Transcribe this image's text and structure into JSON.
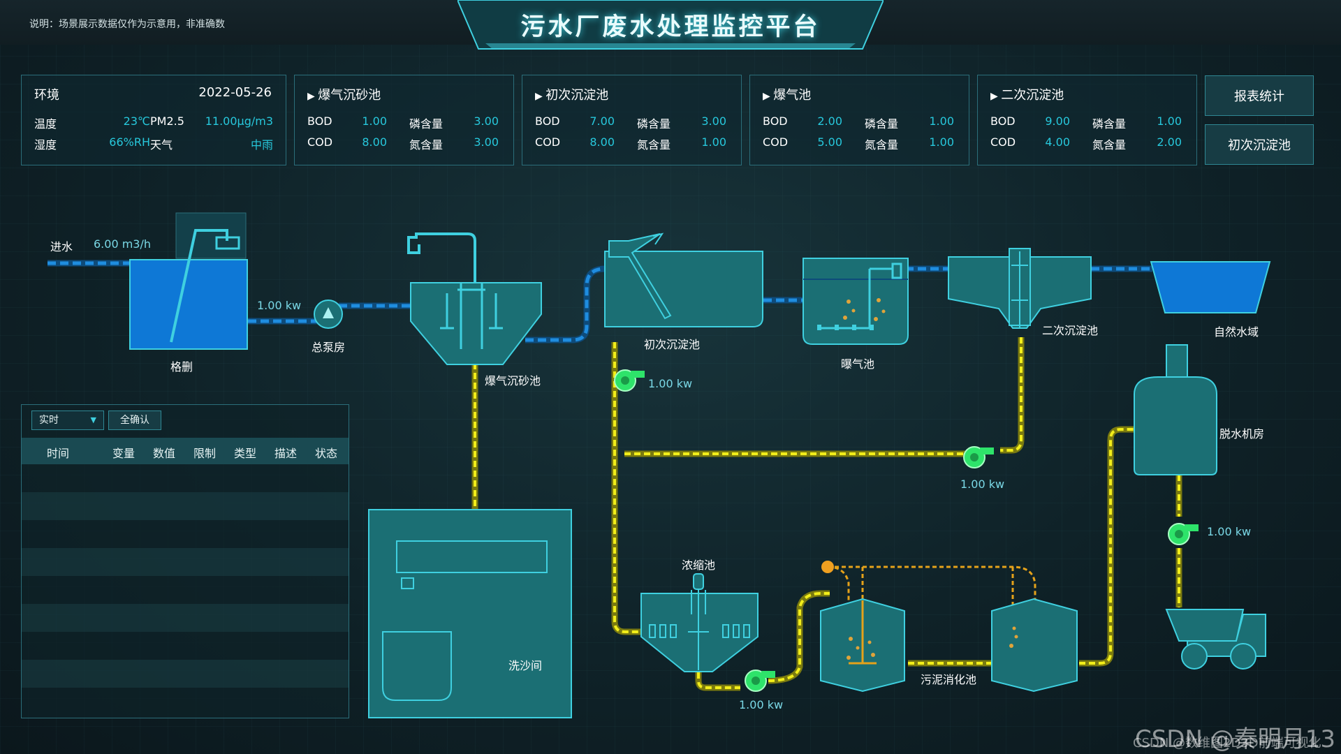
{
  "header": {
    "note": "说明：场景展示数据仅作为示意用，非准确数",
    "title": "污水厂废水处理监控平台"
  },
  "env": {
    "title": "环境",
    "date": "2022-05-26",
    "temp_label": "温度",
    "temp_value": "23℃",
    "pm_label": "PM2.5",
    "pm_value": "11.00μg/m3",
    "humid_label": "湿度",
    "humid_value": "66%RH",
    "weather_label": "天气",
    "weather_value": "中雨"
  },
  "stats": [
    {
      "title": "爆气沉砂池",
      "bod_label": "BOD",
      "bod": "1.00",
      "p_label": "磷含量",
      "p": "3.00",
      "cod_label": "COD",
      "cod": "8.00",
      "n_label": "氮含量",
      "n": "3.00"
    },
    {
      "title": "初次沉淀池",
      "bod_label": "BOD",
      "bod": "7.00",
      "p_label": "磷含量",
      "p": "3.00",
      "cod_label": "COD",
      "cod": "8.00",
      "n_label": "氮含量",
      "n": "1.00"
    },
    {
      "title": "爆气池",
      "bod_label": "BOD",
      "bod": "2.00",
      "p_label": "磷含量",
      "p": "1.00",
      "cod_label": "COD",
      "cod": "5.00",
      "n_label": "氮含量",
      "n": "1.00"
    },
    {
      "title": "二次沉淀池",
      "bod_label": "BOD",
      "bod": "9.00",
      "p_label": "磷含量",
      "p": "1.00",
      "cod_label": "COD",
      "cod": "4.00",
      "n_label": "氮含量",
      "n": "2.00"
    }
  ],
  "buttons": {
    "report": "报表统计",
    "primary": "初次沉淀池"
  },
  "alarm": {
    "mode": "实时",
    "ack": "全确认",
    "columns": [
      "时间",
      "变量",
      "数值",
      "限制",
      "类型",
      "描述",
      "状态"
    ],
    "rows": []
  },
  "diagram": {
    "inflow_label": "进水",
    "inflow_value": "6.00 m3/h",
    "grid": "格删",
    "pump_house": "总泵房",
    "pump_kw_1": "1.00 kw",
    "aerated_grit": "爆气沉砂池",
    "primary_settle": "初次沉淀池",
    "pump_kw_2": "1.00 kw",
    "aeration": "曝气池",
    "secondary_settle": "二次沉淀池",
    "natural_water": "自然水域",
    "pump_kw_3": "1.00 kw",
    "dewater": "脱水机房",
    "pump_kw_4": "1.00 kw",
    "sand_wash": "洗沙间",
    "thickener": "浓缩池",
    "pump_kw_5": "1.00 kw",
    "digester": "污泥消化池"
  },
  "watermark": {
    "main": "CSDN @秦明月13",
    "sub": "CSDN @数维图2D3D前端可视化"
  },
  "colors": {
    "cyan": "#3fd0e0",
    "tank": "#1b6f74",
    "water": "#0e78d6",
    "pipe_blue": "#1f8de0",
    "pipe_yellow": "#f2ee1a",
    "pipe_orange": "#e5a21a",
    "pump": "#2ee36a"
  }
}
